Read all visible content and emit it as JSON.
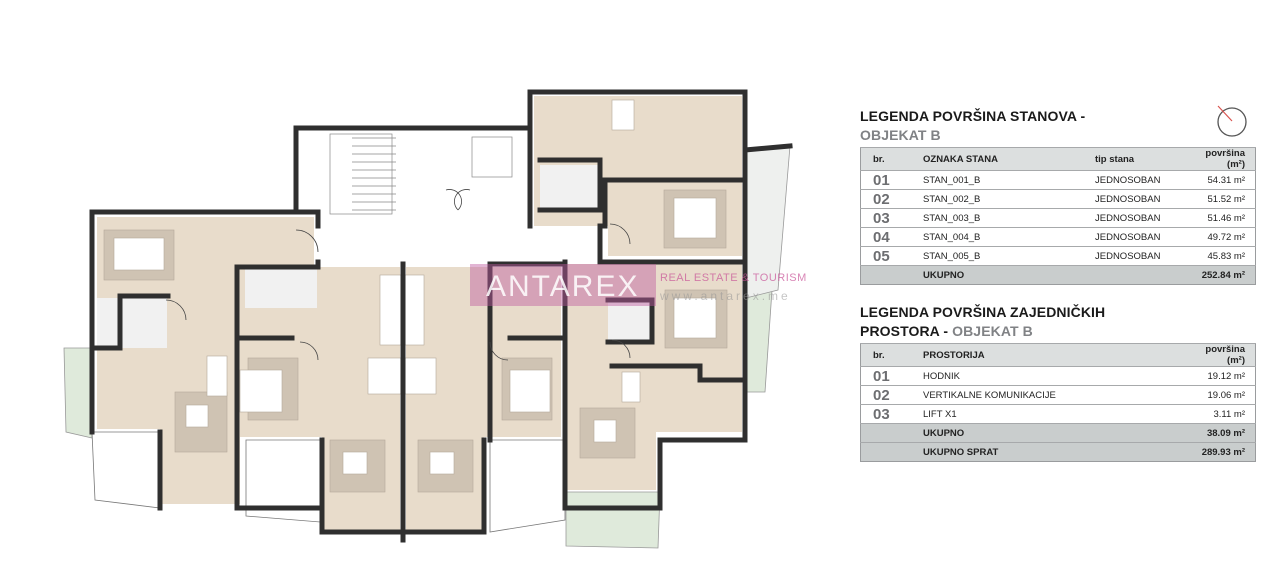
{
  "apartments_legend": {
    "title": "LEGENDA POVRŠINA STANOVA -",
    "subtitle": "OBJEKAT B",
    "headers": {
      "no": "br.",
      "name": "OZNAKA STANA",
      "type": "tip stana",
      "area": "površina (m²)"
    },
    "rows": [
      {
        "no": "01",
        "name": "STAN_001_B",
        "type": "JEDNOSOBAN",
        "area": "54.31 m²"
      },
      {
        "no": "02",
        "name": "STAN_002_B",
        "type": "JEDNOSOBAN",
        "area": "51.52 m²"
      },
      {
        "no": "03",
        "name": "STAN_003_B",
        "type": "JEDNOSOBAN",
        "area": "51.46 m²"
      },
      {
        "no": "04",
        "name": "STAN_004_B",
        "type": "JEDNOSOBAN",
        "area": "49.72 m²"
      },
      {
        "no": "05",
        "name": "STAN_005_B",
        "type": "JEDNOSOBAN",
        "area": "45.83 m²"
      }
    ],
    "total_label": "UKUPNO",
    "total_area": "252.84 m²"
  },
  "common_legend": {
    "title": "LEGENDA POVRŠINA ZAJEDNIČKIH",
    "title2": "PROSTORA - ",
    "subtitle": "OBJEKAT B",
    "headers": {
      "no": "br.",
      "name": "PROSTORIJA",
      "area": "površina (m²)"
    },
    "rows": [
      {
        "no": "01",
        "name": "HODNIK",
        "area": "19.12 m²"
      },
      {
        "no": "02",
        "name": "VERTIKALNE KOMUNIKACIJE",
        "area": "19.06 m²"
      },
      {
        "no": "03",
        "name": "LIFT X1",
        "area": "3.11 m²"
      }
    ],
    "total_label": "UKUPNO",
    "total_area": "38.09 m²",
    "floor_total_label": "UKUPNO SPRAT",
    "floor_total_area": "289.93 m²"
  },
  "watermark": {
    "brand": "ANTAREX",
    "tagline": "REAL ESTATE & TOURISM",
    "url": "www.antarex.me"
  },
  "icons": {
    "compass": "north-arrow-icon"
  },
  "colors": {
    "floor": "#e8dccb",
    "wall": "#2f2f2f",
    "garden": "#dfeadb",
    "furniture": "#cfc3b3",
    "watermark": "#be5aa0"
  }
}
